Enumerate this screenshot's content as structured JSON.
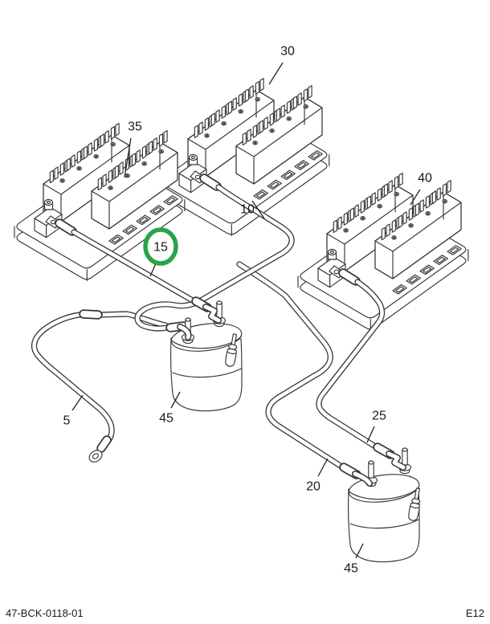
{
  "diagram": {
    "figure_code": "47-BCK-0118-01",
    "page_code": "E12",
    "highlight_color": "#2aa347",
    "callouts": [
      {
        "part": "fuse-block-top",
        "label": "30",
        "highlighted": false
      },
      {
        "part": "fuse-block-left",
        "label": "35",
        "highlighted": false
      },
      {
        "part": "fuse-block-right",
        "label": "40",
        "highlighted": false
      },
      {
        "part": "cable-block30-to-filter",
        "label": "10",
        "highlighted": false
      },
      {
        "part": "cable-block35-to-filter",
        "label": "15",
        "highlighted": true
      },
      {
        "part": "battery-cable-ring-end",
        "label": "5",
        "highlighted": false
      },
      {
        "part": "filter-front",
        "label": "45",
        "highlighted": false
      },
      {
        "part": "cable-filter-to-filter",
        "label": "20",
        "highlighted": false
      },
      {
        "part": "cable-block40-to-filter",
        "label": "25",
        "highlighted": false
      },
      {
        "part": "filter-rear",
        "label": "45",
        "highlighted": false
      }
    ]
  }
}
